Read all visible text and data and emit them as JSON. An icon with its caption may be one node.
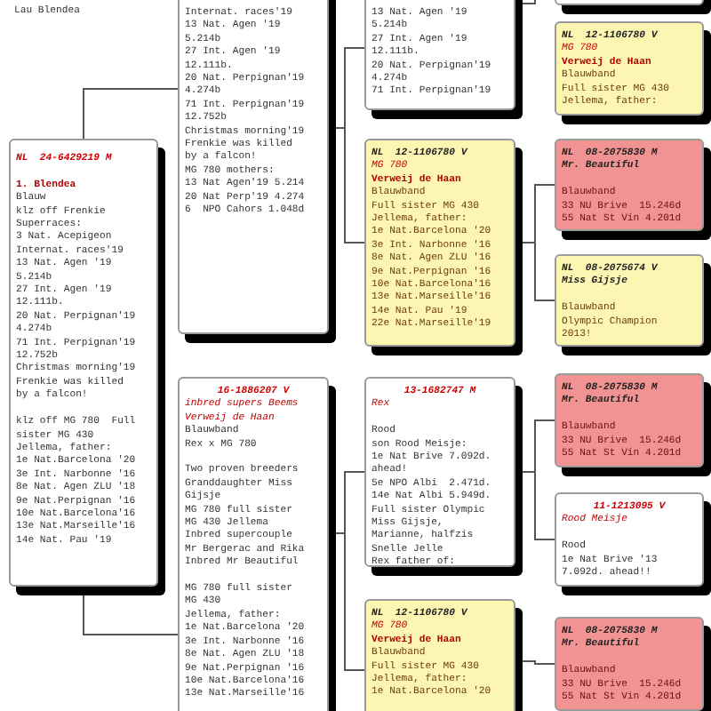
{
  "diagram": {
    "nodes": [
      {
        "text": [
          "NL  24-6429219 M",
          "1. Blendea",
          "Blauw",
          "klz off Frenkie",
          "Superraces:",
          "3 Nat. Acepigeon",
          "Internat. races'19",
          "13 Nat. Agen '19",
          "5.214b",
          "27 Int. Agen '19",
          "12.111b.",
          "20 Nat. Perpignan'19",
          "4.274b",
          "71 Int. Perpignan'19",
          "12.752b",
          "Christmas morning'19",
          "Frenkie was killed",
          "by a falcon!",
          "klz off MG 780  Full",
          "sister MG 430",
          "Jellema, father:",
          "1e Nat.Barcelona '20",
          "3e Int. Narbonne '16",
          "8e Nat. Agen ZLU '18",
          "9e Nat.Perpignan '16",
          "10e Nat.Barcelona'16",
          "13e Nat.Marseille'16",
          "14e Nat. Pau '19"
        ]
      },
      {
        "text": [
          "Internat. races'19",
          "13 Nat. Agen '19",
          "5.214b",
          "27 Int. Agen '19",
          "12.111b.",
          "20 Nat. Perpignan'19",
          "4.274b",
          "71 Int. Perpignan'19",
          "12.752b",
          "Christmas morning'19",
          "Frenkie was killed",
          "by a falcon!",
          "MG 780 mothers:",
          "13 Nat Agen'19 5.214",
          "20 Nat Perp'19 4.274",
          "6  NPO Cahors 1.048d"
        ]
      },
      {
        "text": [
          "16-1886207 V",
          "inbred supers Beems",
          "Verweij de Haan",
          "Blauwband",
          "Rex x MG 780",
          "Two proven breeders",
          "Granddaughter Miss",
          "Gijsje",
          "MG 780 full sister",
          "MG 430 Jellema",
          "Inbred supercouple",
          "Mr Bergerac and Rika",
          "Inbred Mr Beautiful",
          "MG 780 full sister",
          "MG 430",
          "Jellema, father:",
          "1e Nat.Barcelona '20",
          "3e Int. Narbonne '16",
          "8e Nat. Agen ZLU '18",
          "9e Nat.Perpignan '16",
          "10e Nat.Barcelona'16",
          "13e Nat.Marseille'16"
        ]
      },
      {
        "text": [
          "13 Nat. Agen '19",
          "5.214b",
          "27 Int. Agen '19",
          "12.111b.",
          "20 Nat. Perpignan'19",
          "4.274b",
          "71 Int. Perpignan'19"
        ]
      },
      {
        "text": [
          "NL  12-1106780 V",
          "MG 780",
          "Verweij de Haan",
          "Blauwband",
          "Full sister MG 430",
          "Jellema, father:",
          "1e Nat.Barcelona '20",
          "3e Int. Narbonne '16",
          "8e Nat. Agen ZLU '16",
          "9e Nat.Perpignan '16",
          "10e Nat.Barcelona'16",
          "13e Nat.Marseille'16",
          "14e Nat. Pau '19",
          "22e Nat.Marseille'19"
        ]
      },
      {
        "text": [
          "13-1682747 M",
          "Rex",
          "Rood",
          "son Rood Meisje:",
          "1e Nat Brive 7.092d.",
          "ahead!",
          "5e NPO Albi  2.471d.",
          "14e Nat Albi 5.949d.",
          "Full sister Olympic",
          "Miss Gijsje,",
          "Marianne, halfzis",
          "Snelle Jelle",
          "Rex father of:"
        ]
      },
      {
        "text": [
          "NL  12-1106780 V",
          "MG 780",
          "Verweij de Haan",
          "Blauwband",
          "Full sister MG 430",
          "Jellema, father:",
          "1e Nat.Barcelona '20"
        ]
      },
      {
        "text": [],
        "shape": "box"
      },
      {
        "text": [
          "NL  12-1106780 V",
          "MG 780",
          "Verweij de Haan",
          "Blauwband",
          "Full sister MG 430",
          "Jellema, father:"
        ]
      },
      {
        "text": [
          "NL  08-2075830 M",
          "Mr. Beautiful",
          "Blauwband",
          "33 NU Brive  15.246d",
          "55 Nat St Vin 4.201d"
        ]
      },
      {
        "text": [
          "NL  08-2075674 V",
          "Miss Gijsje",
          "Blauwband",
          "Olympic Champion",
          "2013!"
        ]
      },
      {
        "text": [
          "NL  08-2075830 M",
          "Mr. Beautiful",
          "Blauwband",
          "33 NU Brive  15.246d",
          "55 Nat St Vin 4.201d"
        ]
      },
      {
        "text": [
          "11-1213095 V",
          "Rood Meisje",
          "Rood",
          "1e Nat Brive '13",
          "7.092d. ahead!!"
        ]
      },
      {
        "text": [
          "NL  08-2075830 M",
          "Mr. Beautiful",
          "Blauwband",
          "33 NU Brive  15.246d",
          "55 Nat St Vin 4.201d"
        ]
      }
    ],
    "edges": [
      {
        "from": 0,
        "to": 1,
        "arrow": "none"
      },
      {
        "from": 0,
        "to": 2,
        "arrow": "none"
      },
      {
        "from": 1,
        "to": 3,
        "arrow": "none"
      },
      {
        "from": 1,
        "to": 4,
        "arrow": "none"
      },
      {
        "from": 2,
        "to": 5,
        "arrow": "none"
      },
      {
        "from": 2,
        "to": 6,
        "arrow": "none"
      },
      {
        "from": 3,
        "to": 7,
        "arrow": "none"
      },
      {
        "from": 4,
        "to": 9,
        "arrow": "none"
      },
      {
        "from": 4,
        "to": 10,
        "arrow": "none"
      },
      {
        "from": 5,
        "to": 11,
        "arrow": "none"
      },
      {
        "from": 5,
        "to": 12,
        "arrow": "none"
      },
      {
        "from": 6,
        "to": 13,
        "arrow": "none"
      }
    ],
    "labels": [
      "Lau Blendea"
    ]
  }
}
